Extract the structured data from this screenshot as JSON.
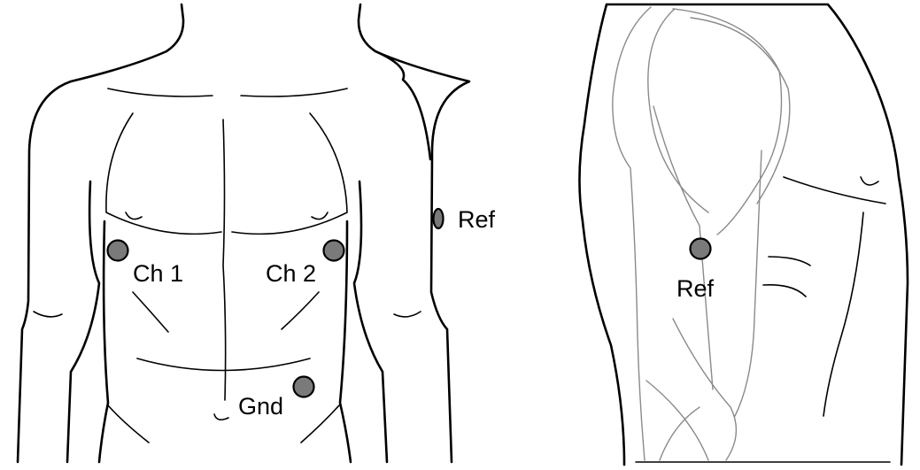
{
  "colors": {
    "electrode_fill": "#7a7a7a",
    "outline": "#000000",
    "muscle_line": "#8a8a8a"
  },
  "front_view": {
    "labels": {
      "ch1": "Ch 1",
      "ch2": "Ch 2",
      "gnd": "Gnd",
      "ref": "Ref"
    }
  },
  "side_view": {
    "labels": {
      "ref": "Ref"
    }
  }
}
